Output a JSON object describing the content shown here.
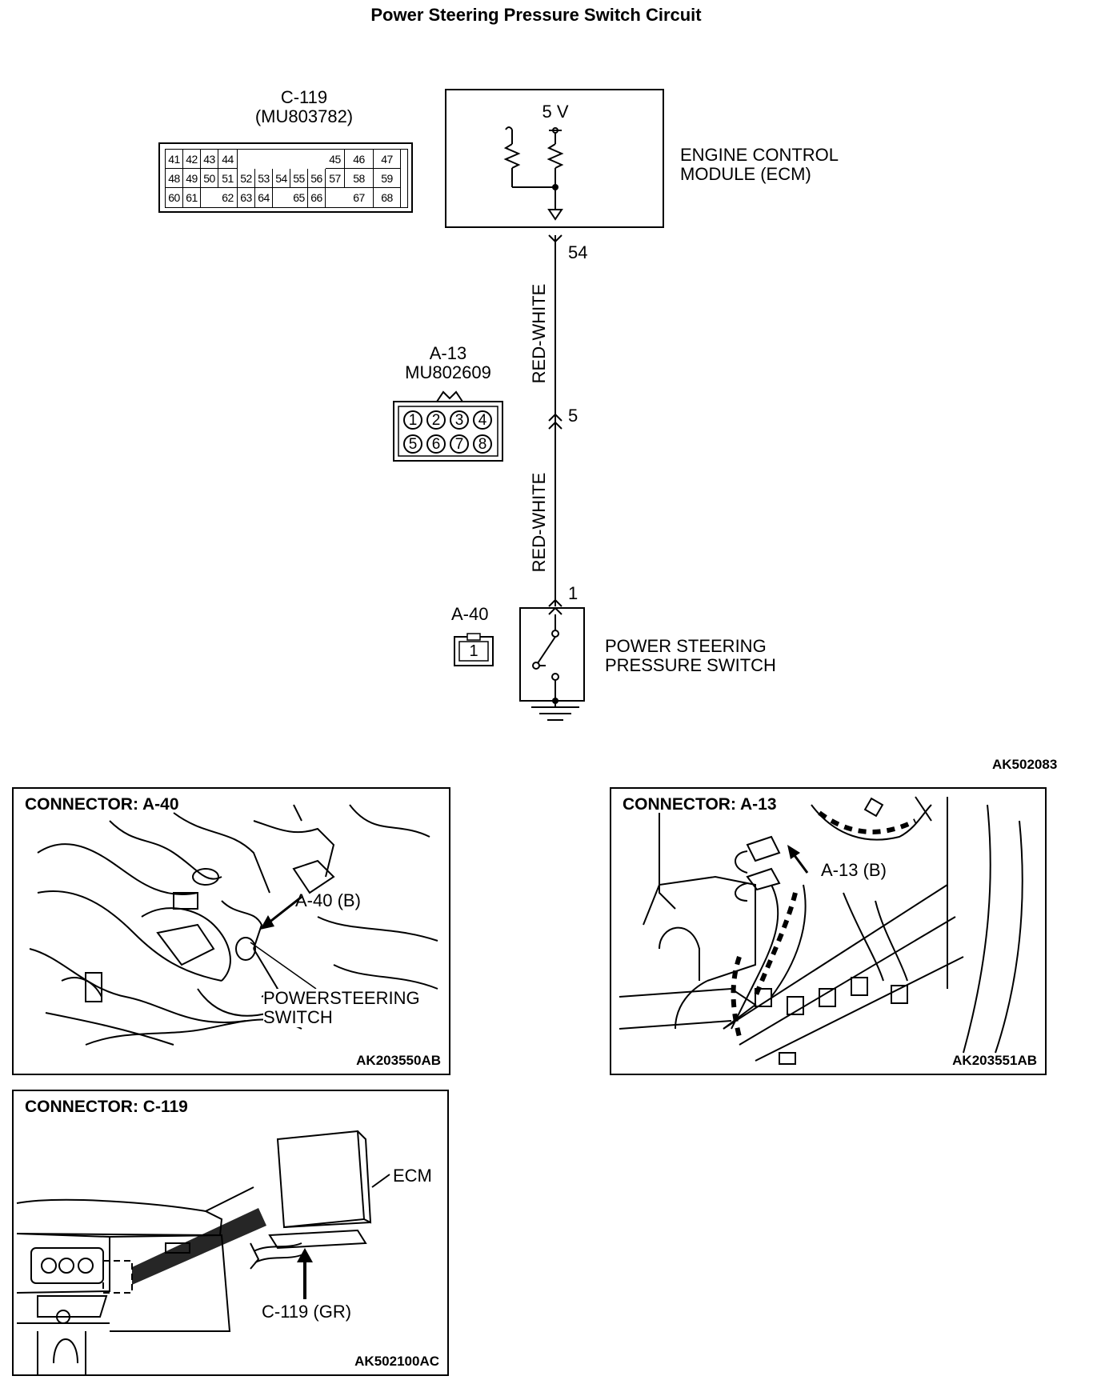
{
  "title": "Power Steering Pressure Switch Circuit",
  "connector_c119": {
    "id": "C-119",
    "part": "(MU803782)",
    "rows": [
      [
        "41",
        "42",
        "43",
        "44",
        "",
        "",
        "",
        "",
        "",
        "45",
        "46",
        "47"
      ],
      [
        "48",
        "49",
        "50",
        "51",
        "52",
        "53",
        "54",
        "55",
        "56",
        "57",
        "58",
        "59"
      ],
      [
        "60",
        "61",
        "",
        "62",
        "63",
        "64",
        "",
        "65",
        "66",
        "",
        "67",
        "68"
      ]
    ]
  },
  "ecm": {
    "voltage": "5 V",
    "label_line1": "ENGINE CONTROL",
    "label_line2": "MODULE (ECM)"
  },
  "pins": {
    "ecm_pin": "54",
    "a13_pin": "5",
    "switch_pin": "1"
  },
  "wire_colors": {
    "upper": "RED-WHITE",
    "lower": "RED-WHITE"
  },
  "connector_a13": {
    "id": "A-13",
    "part": "MU802609",
    "pins": [
      "1",
      "2",
      "3",
      "4",
      "5",
      "6",
      "7",
      "8"
    ]
  },
  "connector_a40": {
    "id": "A-40",
    "pin": "1"
  },
  "switch": {
    "label_line1": "POWER STEERING",
    "label_line2": "PRESSURE SWITCH"
  },
  "figure_code": "AK502083",
  "panels": {
    "a40": {
      "title": "CONNECTOR: A-40",
      "callout": "A-40 (B)",
      "part_line1": "POWERSTEERING",
      "part_line2": "SWITCH",
      "code": "AK203550AB"
    },
    "a13": {
      "title": "CONNECTOR: A-13",
      "callout": "A-13 (B)",
      "code": "AK203551AB"
    },
    "c119": {
      "title": "CONNECTOR: C-119",
      "callout_ecm": "ECM",
      "callout_conn": "C-119 (GR)",
      "code": "AK502100AC"
    }
  }
}
